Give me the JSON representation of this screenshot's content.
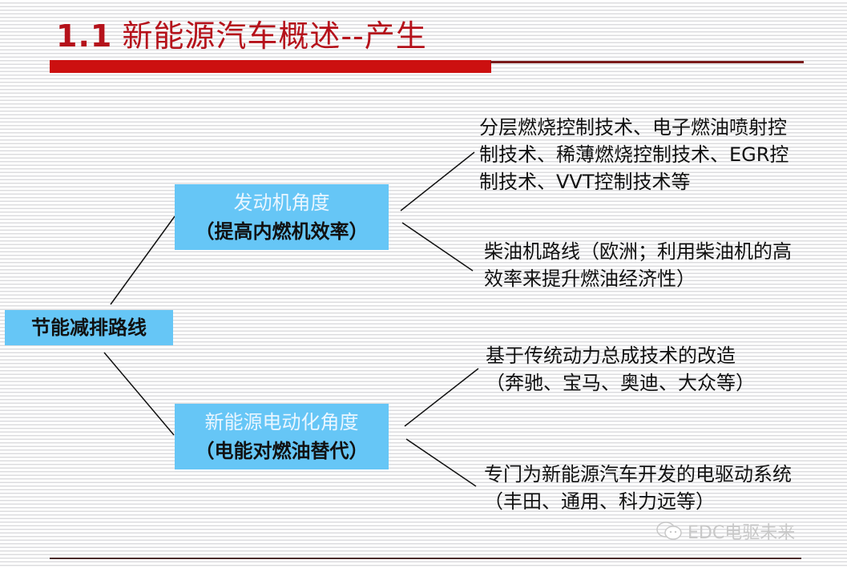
{
  "header": {
    "section_number": "1.1",
    "title": "新能源汽车概述--产生"
  },
  "diagram": {
    "root": {
      "label": "节能减排路线"
    },
    "branches": [
      {
        "title": "发动机角度",
        "subtitle": "（提高内燃机效率）",
        "leaves": [
          {
            "lines": [
              "分层燃烧控制技术、电子燃油喷射控",
              "制技术、稀薄燃烧控制技术、EGR控",
              "制技术、VVT控制技术等"
            ]
          },
          {
            "lines": [
              "柴油机路线（欧洲；利用柴油机的高",
              "效率来提升燃油经济性）"
            ]
          }
        ]
      },
      {
        "title": "新能源电动化角度",
        "subtitle": "（电能对燃油替代）",
        "leaves": [
          {
            "lines": [
              "基于传统动力总成技术的改造",
              "（奔驰、宝马、奥迪、大众等）"
            ]
          },
          {
            "lines": [
              "专门为新能源汽车开发的电驱动系统",
              "（丰田、通用、科力远等）"
            ]
          }
        ]
      }
    ]
  },
  "watermark": {
    "icon": "wechat-icon",
    "text": "EDC电驱未来"
  },
  "colors": {
    "title": "#b5121b",
    "accent_bar": "#cc1010",
    "box_fill": "#66c6f6",
    "box_title_text": "#eaf6ff",
    "text": "#111111"
  }
}
